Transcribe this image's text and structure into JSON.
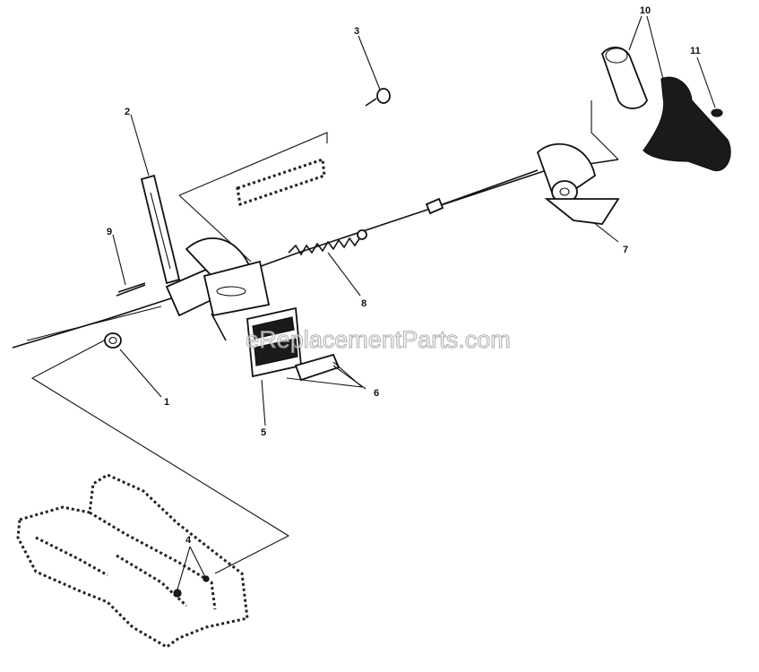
{
  "watermark": "eReplacementParts.com",
  "callouts": {
    "c1": "1",
    "c2": "2",
    "c3": "3",
    "c4": "4",
    "c5": "5",
    "c6": "6",
    "c7": "7",
    "c8": "8",
    "c9": "9",
    "c10": "10",
    "c11": "11"
  },
  "colors": {
    "ink": "#111111",
    "paper": "#ffffff",
    "watermark_outline": "#9a9a9a"
  }
}
